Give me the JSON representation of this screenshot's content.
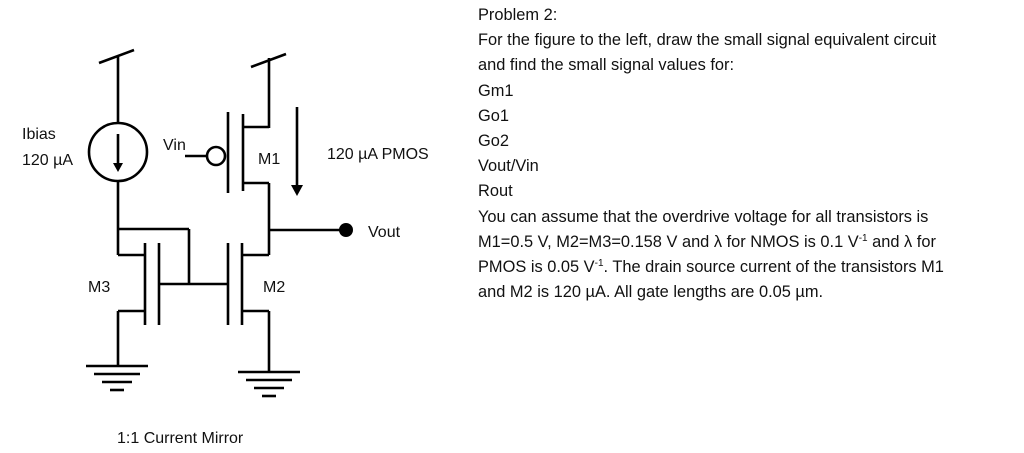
{
  "circuit": {
    "labels": {
      "ibias": "Ibias",
      "ibias_value": "120 µA",
      "vin": "Vin",
      "m1": "M1",
      "m1_current": "120 µA PMOS",
      "vout": "Vout",
      "m2": "M2",
      "m3": "M3",
      "caption": "1:1 Current Mirror"
    },
    "components": [
      {
        "id": "Ibias",
        "type": "current-source",
        "value": "120 µA",
        "direction": "down"
      },
      {
        "id": "M1",
        "type": "PMOS",
        "gate": "Vin",
        "source": "VDD",
        "drain": "Vout",
        "current": "120 µA"
      },
      {
        "id": "M2",
        "type": "NMOS",
        "role": "current-mirror-output",
        "drain": "Vout",
        "source": "GND"
      },
      {
        "id": "M3",
        "type": "NMOS",
        "role": "diode-connected-reference",
        "drain": "Ibias",
        "source": "GND"
      }
    ],
    "line_color": "#000000"
  },
  "problem": {
    "title": "Problem 2:",
    "intro_line1": "For the figure to the left, draw the small signal equivalent circuit",
    "intro_line2": "and find the small signal values for:",
    "items": [
      "Gm1",
      "Go1",
      "Go2",
      "Vout/Vin",
      "Rout"
    ],
    "para_line1": "You can assume that the overdrive voltage for all transistors is",
    "para_line2_a": "M1=0.5 V, M2=M3=0.158 V and λ for NMOS is 0.1 V",
    "para_line2_sup": "-1",
    "para_line2_b": " and λ for",
    "para_line3_a": "PMOS is 0.05 V",
    "para_line3_sup": "-1",
    "para_line3_b": ". The drain source current of the transistors M1",
    "para_line4": "and M2 is 120 µA. All gate lengths are 0.05 µm."
  }
}
